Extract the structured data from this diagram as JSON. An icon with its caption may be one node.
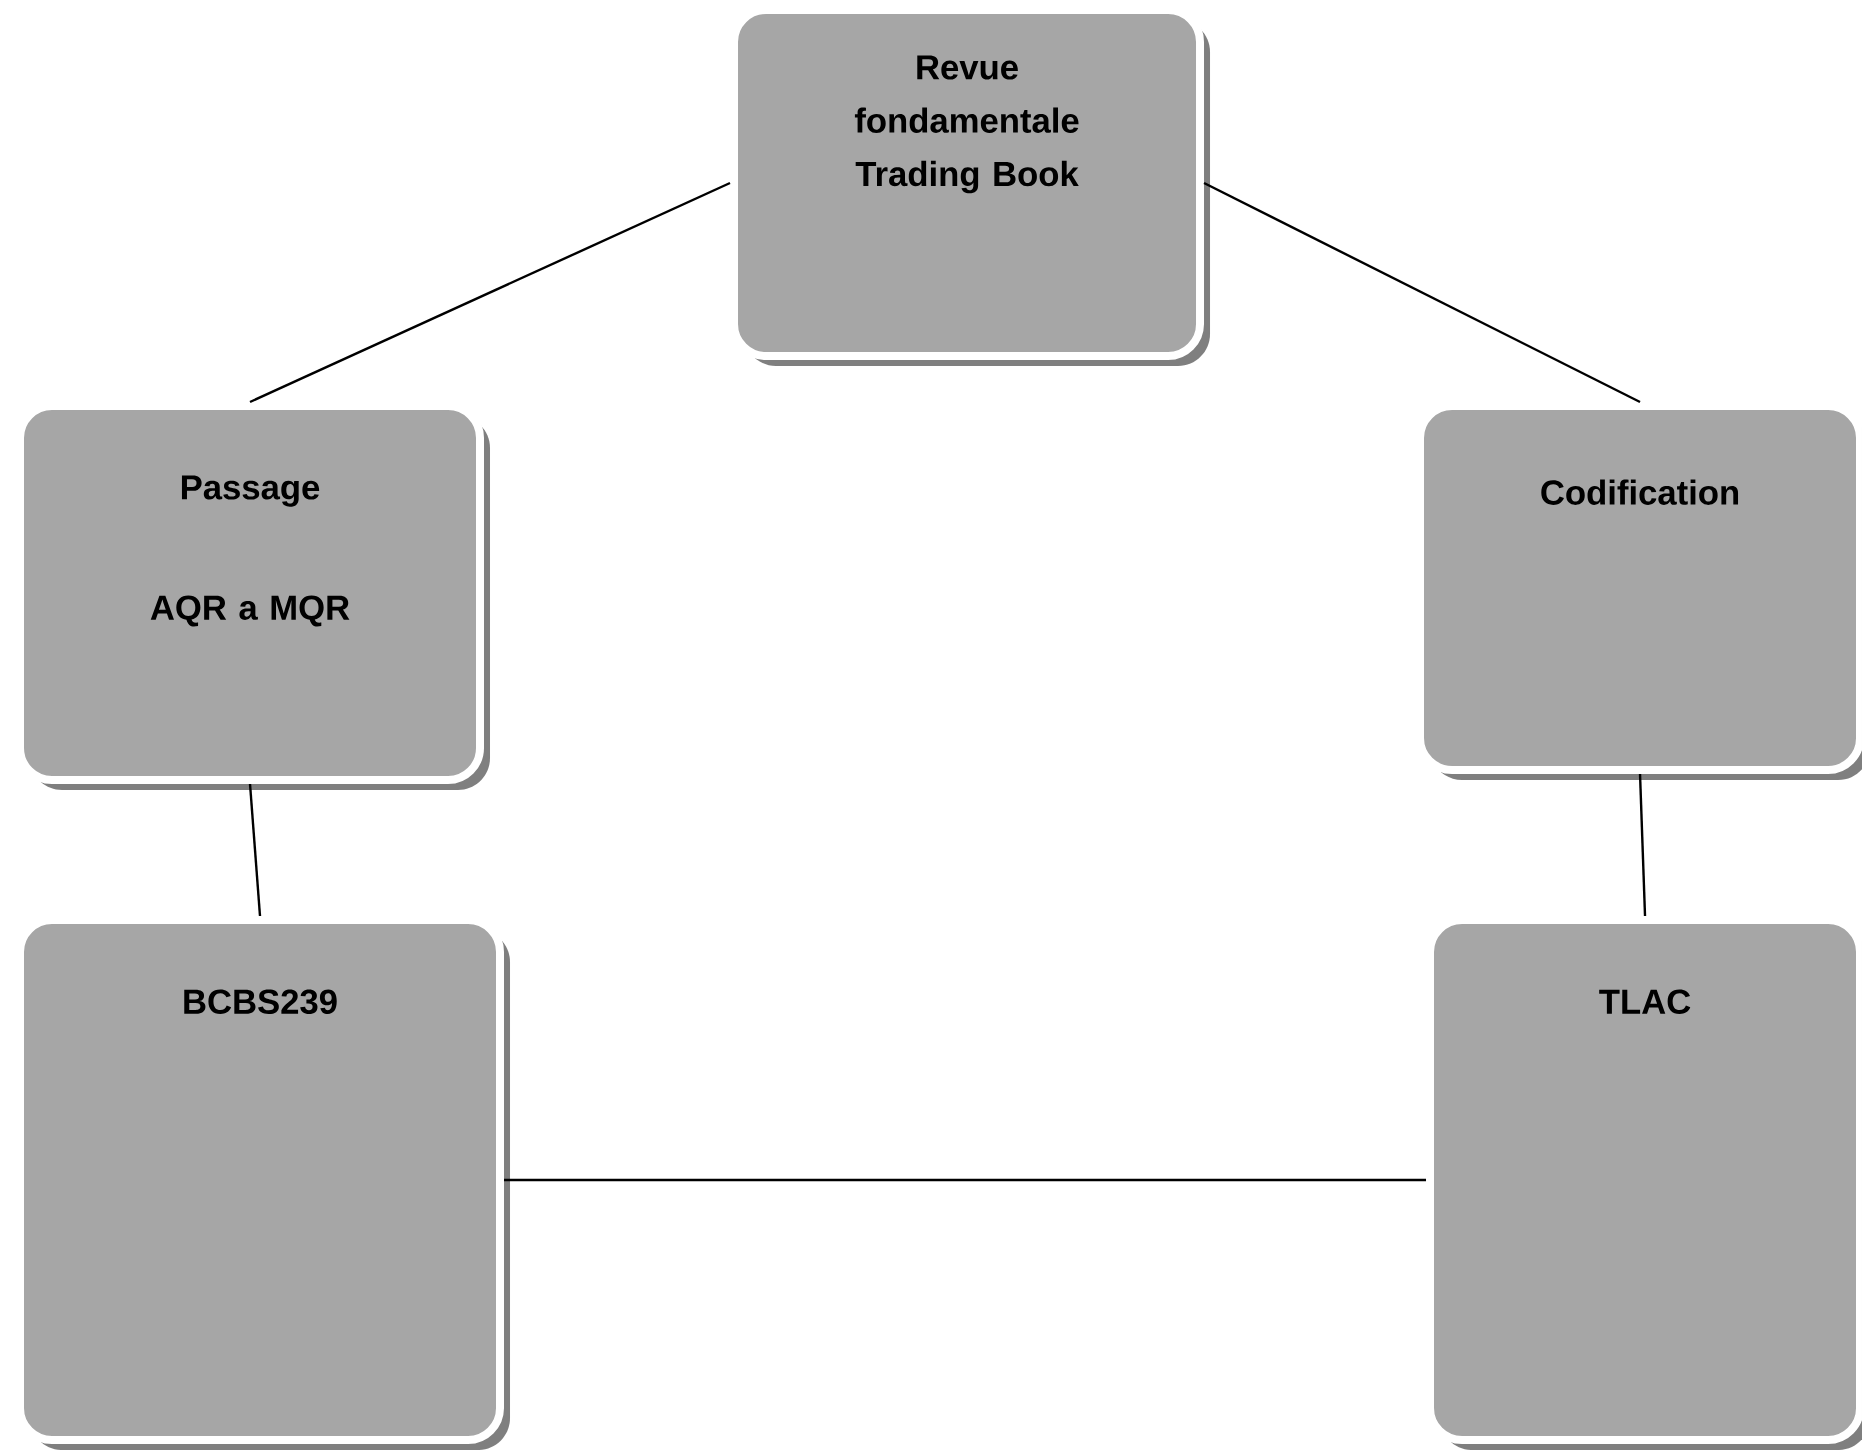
{
  "diagram": {
    "nodes": [
      {
        "text": [
          "Revue fondamentale Trading Book"
        ]
      },
      {
        "text": [
          "Passage",
          "AQR a MQR"
        ]
      },
      {
        "text": [
          "Codification"
        ]
      },
      {
        "text": [
          "BCBS239"
        ]
      },
      {
        "text": [
          "TLAC"
        ]
      }
    ],
    "edges": [
      {
        "from": 0,
        "to": 1,
        "arrow": "none"
      },
      {
        "from": 0,
        "to": 2,
        "arrow": "none"
      },
      {
        "from": 1,
        "to": 3,
        "arrow": "none"
      },
      {
        "from": 2,
        "to": 4,
        "arrow": "none"
      },
      {
        "from": 3,
        "to": 4,
        "arrow": "none"
      }
    ]
  }
}
